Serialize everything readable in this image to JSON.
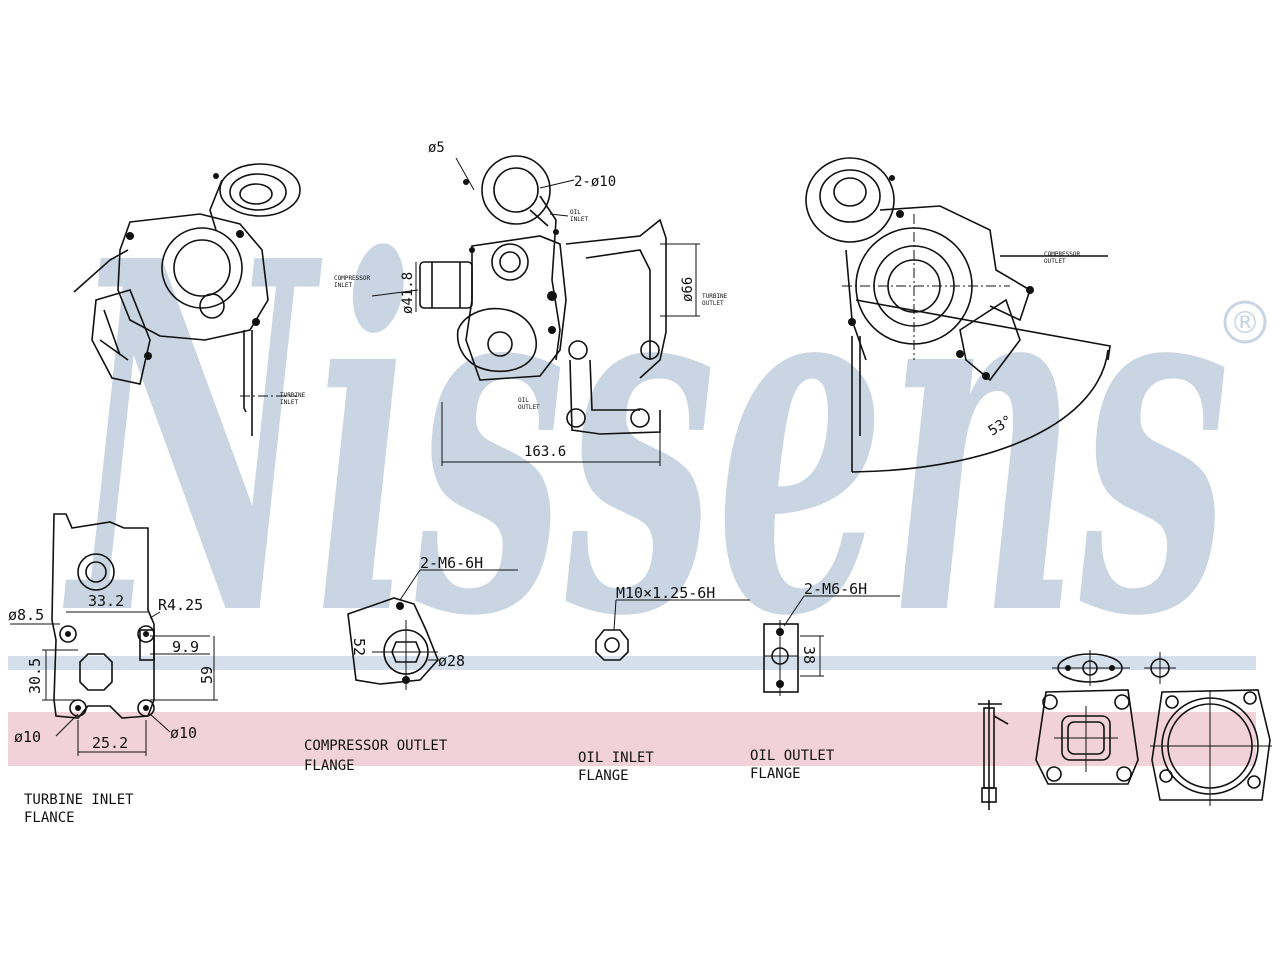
{
  "brand": {
    "watermark_text": "Nissens",
    "registered_mark": "®",
    "watermark_color": "#c9d5e3",
    "band_blue": "#d5dfec",
    "band_pink": "#f1d2da"
  },
  "views": {
    "top_middle": {
      "d5": "ø5",
      "two_d10": "2-ø10",
      "oil_inlet": "OIL\nINLET",
      "compressor_inlet": "COMPRESSOR\nINLET",
      "d41_8": "ø41.8",
      "d66": "ø66",
      "turbine_outlet": "TURBINE\nOUTLET",
      "oil_outlet": "OIL\nOUTLET",
      "width_163_6": "163.6"
    },
    "top_left": {
      "turbine_inlet": "TURBINE\nINLET"
    },
    "top_right": {
      "compressor_outlet": "COMPRESSOR\nOUTLET",
      "angle_53": "53°"
    }
  },
  "flanges": {
    "turbine_inlet": {
      "title_line1": "TURBINE  INLET",
      "title_line2": "FLANCE",
      "d8_5": "ø8.5",
      "dim_33_2": "33.2",
      "r4_25": "R4.25",
      "dim_9_9": "9.9",
      "dim_30_5": "30.5",
      "dim_59": "59",
      "d10_left": "ø10",
      "dim_25_2": "25.2",
      "d10_right": "ø10"
    },
    "compressor_outlet": {
      "title_line1": "COMPRESSOR  OUTLET",
      "title_line2": "FLANGE",
      "thread": "2-M6-6H",
      "dim_52": "52",
      "d28": "ø28"
    },
    "oil_inlet": {
      "title_line1": "OIL  INLET",
      "title_line2": "FLANGE",
      "thread": "M10×1.25-6H"
    },
    "oil_outlet": {
      "title_line1": "OIL  OUTLET",
      "title_line2": "FLANGE",
      "thread": "2-M6-6H",
      "dim_38": "38"
    }
  }
}
